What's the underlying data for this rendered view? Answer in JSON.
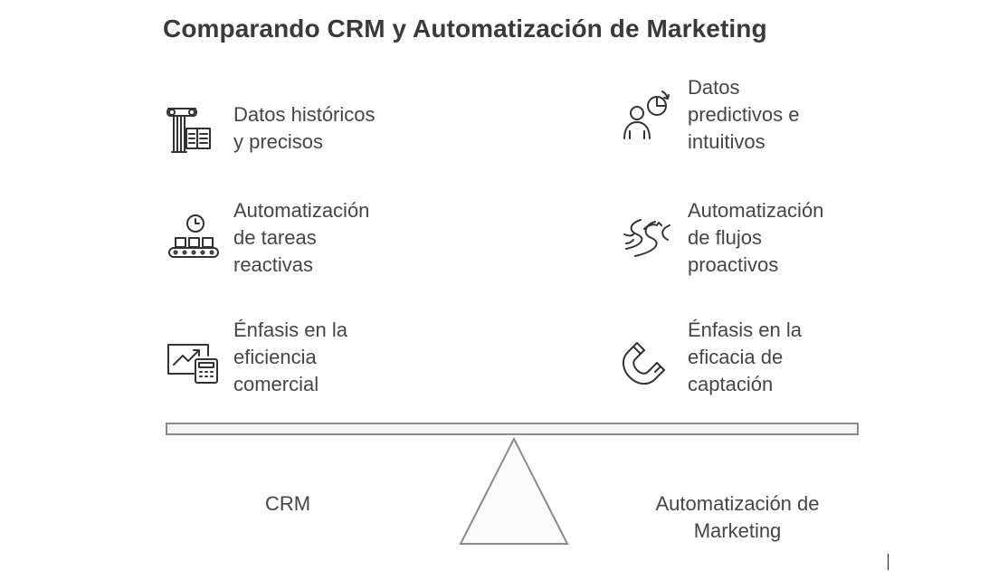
{
  "title": "Comparando CRM y Automatización de Marketing",
  "left": {
    "label": "CRM",
    "features": [
      {
        "text": "Datos históricos\ny precisos",
        "icon": "column-book-icon"
      },
      {
        "text": "Automatización\nde tareas\nreactivas",
        "icon": "clock-conveyor-icon"
      },
      {
        "text": "Énfasis en la\neficiencia\ncomercial",
        "icon": "chart-calculator-icon"
      }
    ]
  },
  "right": {
    "label": "Automatización de\nMarketing",
    "features": [
      {
        "text": "Datos\npredictivos e\nintuitivos",
        "icon": "person-cycle-icon"
      },
      {
        "text": "Automatización\nde flujos\nproactivos",
        "icon": "flow-stream-icon"
      },
      {
        "text": "Énfasis en la\neficacia de\ncaptación",
        "icon": "magnet-icon"
      }
    ]
  }
}
